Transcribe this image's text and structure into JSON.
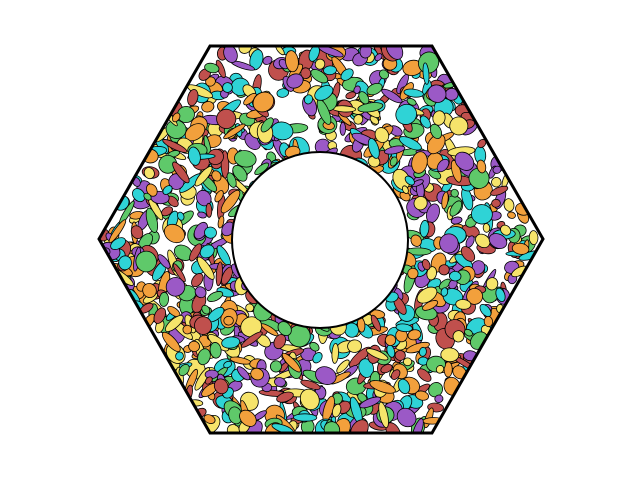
{
  "figure": {
    "shape": "hexagon",
    "fill": "confetti-pebbles",
    "center_hole": "circle",
    "outline_color": "#000000",
    "background_color": "#ffffff",
    "palette": [
      "#9b59c6",
      "#2fd3d6",
      "#f2a03c",
      "#5fc96a",
      "#f6e46b",
      "#c0504d"
    ]
  }
}
